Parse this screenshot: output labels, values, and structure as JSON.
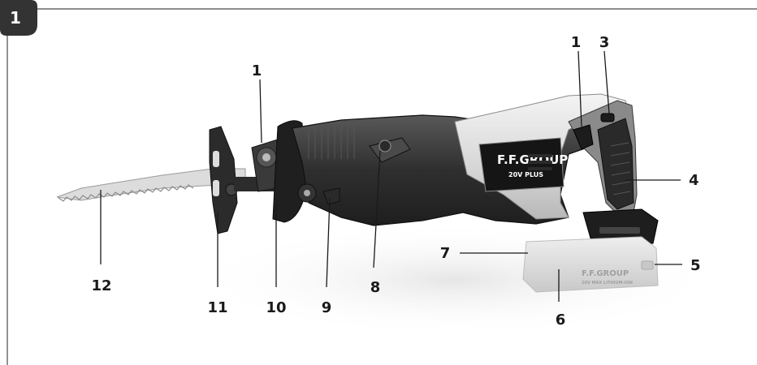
{
  "figure": {
    "number": "1",
    "brand": {
      "logo": "F.F.GROUP",
      "model": "20V PLUS",
      "battery_logo": "F.F.GROUP",
      "battery_text": "20V MAX LITHIUM-ION"
    },
    "callouts": [
      {
        "id": "1a",
        "label": "1"
      },
      {
        "id": "1b",
        "label": "1"
      },
      {
        "id": "3",
        "label": "3"
      },
      {
        "id": "4",
        "label": "4"
      },
      {
        "id": "5",
        "label": "5"
      },
      {
        "id": "6",
        "label": "6"
      },
      {
        "id": "7",
        "label": "7"
      },
      {
        "id": "8",
        "label": "8"
      },
      {
        "id": "9",
        "label": "9"
      },
      {
        "id": "10",
        "label": "10"
      },
      {
        "id": "11",
        "label": "11"
      },
      {
        "id": "12",
        "label": "12"
      }
    ]
  }
}
